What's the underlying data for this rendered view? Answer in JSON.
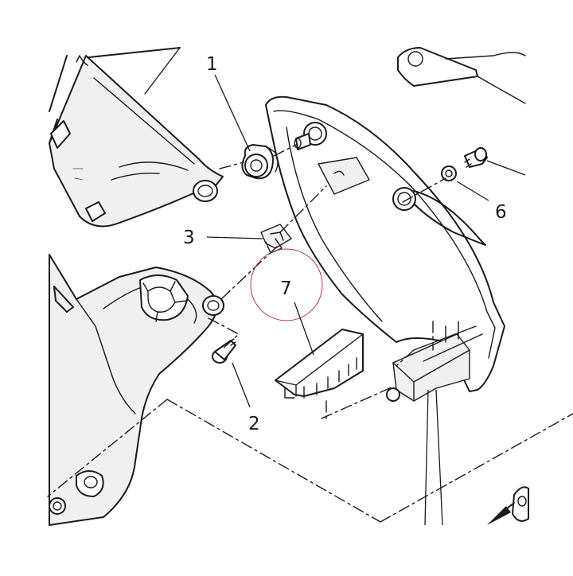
{
  "callouts": {
    "c1": "1",
    "c2": "2",
    "c3": "3",
    "c6": "6",
    "c7": "7"
  },
  "colors": {
    "line": "#1a1a1a",
    "highlight_circle": "#b03a48",
    "surface_shade": "#f0f0f0"
  }
}
